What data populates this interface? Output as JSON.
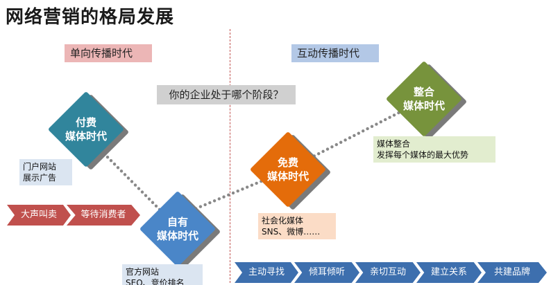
{
  "title": "网络营销的格局发展",
  "eras": {
    "left": "单向传播时代",
    "right": "互动传播时代"
  },
  "question": "你的企业处于哪个阶段？",
  "stages": {
    "paid": {
      "line1": "付费",
      "line2": "媒体时代",
      "color": "#31859c"
    },
    "own": {
      "line1": "自有",
      "line2": "媒体时代",
      "color": "#4a86c8"
    },
    "free": {
      "line1": "免费",
      "line2": "媒体时代",
      "color": "#e46c0a"
    },
    "integ": {
      "line1": "整合",
      "line2": "媒体时代",
      "color": "#77933c"
    }
  },
  "notes": {
    "paid": [
      "门户网站",
      "展示广告"
    ],
    "own": [
      "官方网站",
      "SEO、竞价排名"
    ],
    "free": [
      "社会化媒体",
      "SNS、微博……"
    ],
    "integ": [
      "媒体整合",
      "发挥每个媒体的最大优势"
    ]
  },
  "left_steps": [
    "大声叫卖",
    "等待消费者"
  ],
  "right_steps": [
    "主动寻找",
    "倾耳倾听",
    "亲切互动",
    "建立关系",
    "共建品牌"
  ]
}
